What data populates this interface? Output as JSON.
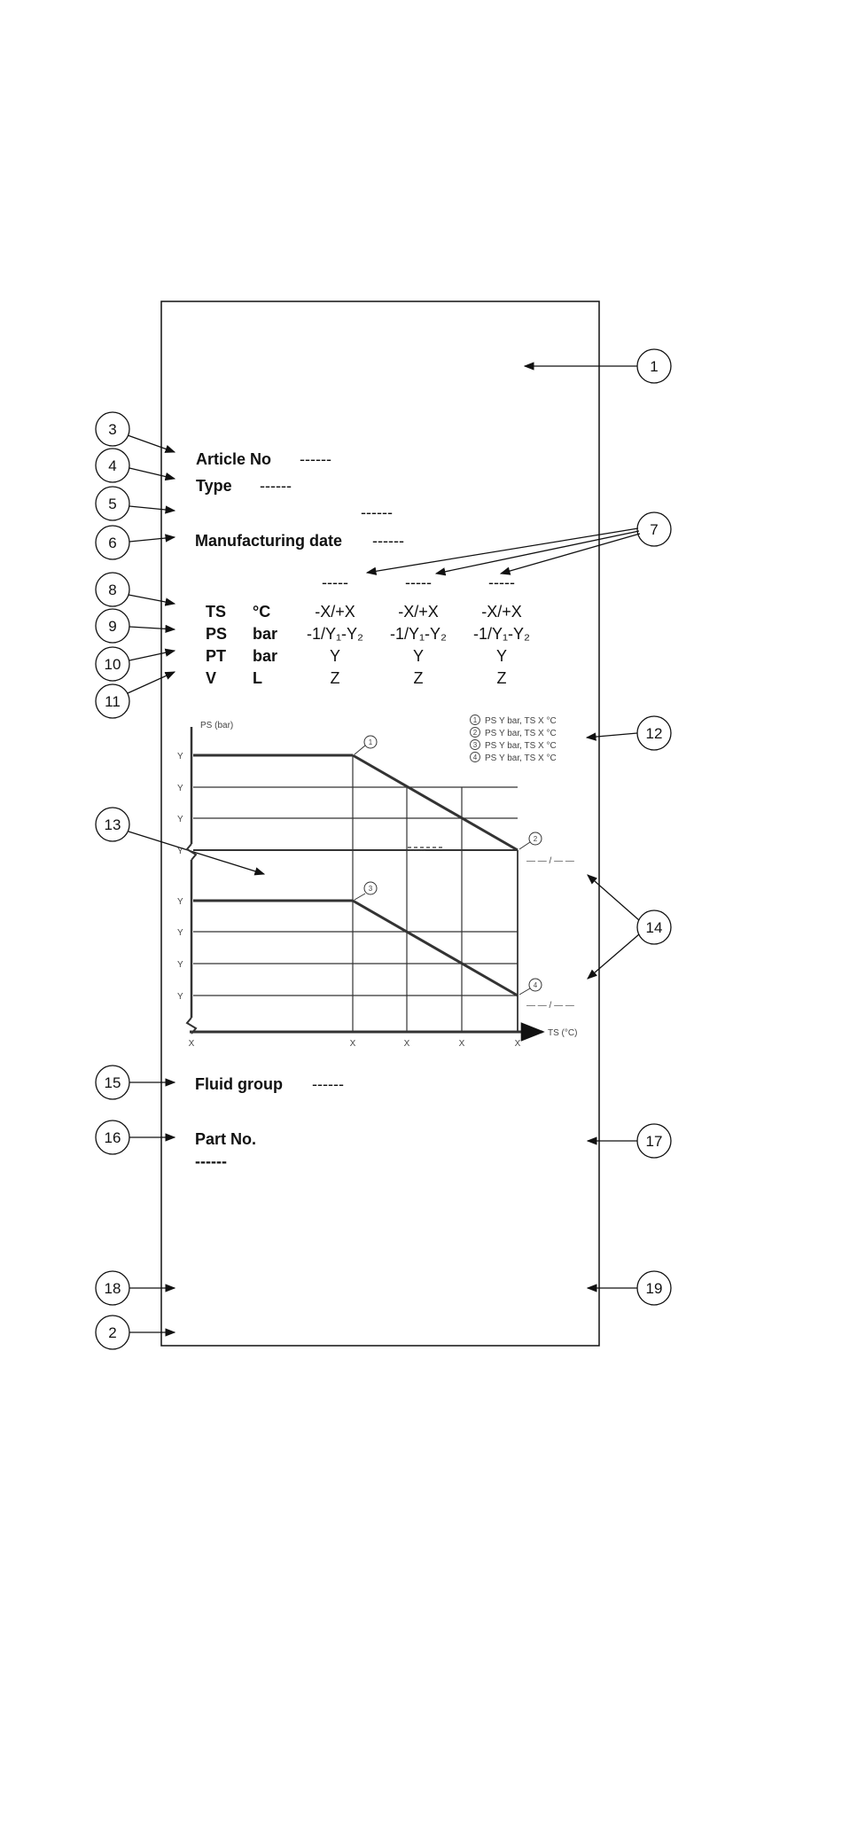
{
  "callouts": {
    "c1": "1",
    "c2": "2",
    "c3": "3",
    "c4": "4",
    "c5": "5",
    "c6": "6",
    "c7": "7",
    "c8": "8",
    "c9": "9",
    "c10": "10",
    "c11": "11",
    "c12": "12",
    "c13": "13",
    "c14": "14",
    "c15": "15",
    "c16": "16",
    "c17": "17",
    "c18": "18",
    "c19": "19"
  },
  "fields": {
    "article_label": "Article No",
    "article_value": "------",
    "type_label": "Type",
    "type_value": "------",
    "blank_line5": "------",
    "mfg_label": "Manufacturing date",
    "mfg_value": "------",
    "fluid_label": "Fluid group",
    "fluid_value": "------",
    "part_label": "Part No.",
    "part_value": "------"
  },
  "table": {
    "column_headers": [
      "-----",
      "-----",
      "-----"
    ],
    "rows": [
      {
        "param": "TS",
        "unit": "°C",
        "values": [
          "-X/+X",
          "-X/+X",
          "-X/+X"
        ]
      },
      {
        "param": "PS",
        "unit": "bar",
        "values": [
          "-1/Y₁-Y₂",
          "-1/Y₁-Y₂",
          "-1/Y₁-Y₂"
        ]
      },
      {
        "param": "PT",
        "unit": "bar",
        "values": [
          "Y",
          "Y",
          "Y"
        ]
      },
      {
        "param": "V",
        "unit": "L",
        "values": [
          "Z",
          "Z",
          "Z"
        ]
      }
    ]
  },
  "chart": {
    "y_axis_label": "PS (bar)",
    "x_axis_label": "TS (°C)",
    "y_ticks": [
      "Y",
      "Y",
      "Y",
      "Y",
      "Y",
      "Y",
      "Y",
      "Y"
    ],
    "x_ticks": [
      "X",
      "X",
      "X",
      "X",
      "X"
    ],
    "inner_dash": "------",
    "dash_label_upper": "— — / — —",
    "dash_label_lower": "— — / — —",
    "point_labels": [
      "1",
      "2",
      "3",
      "4"
    ],
    "legend": [
      {
        "num": "1",
        "text": "PS Y bar, TS X °C"
      },
      {
        "num": "2",
        "text": "PS Y bar, TS X °C"
      },
      {
        "num": "3",
        "text": "PS Y bar, TS X °C"
      },
      {
        "num": "4",
        "text": "PS Y bar, TS X °C"
      }
    ]
  }
}
